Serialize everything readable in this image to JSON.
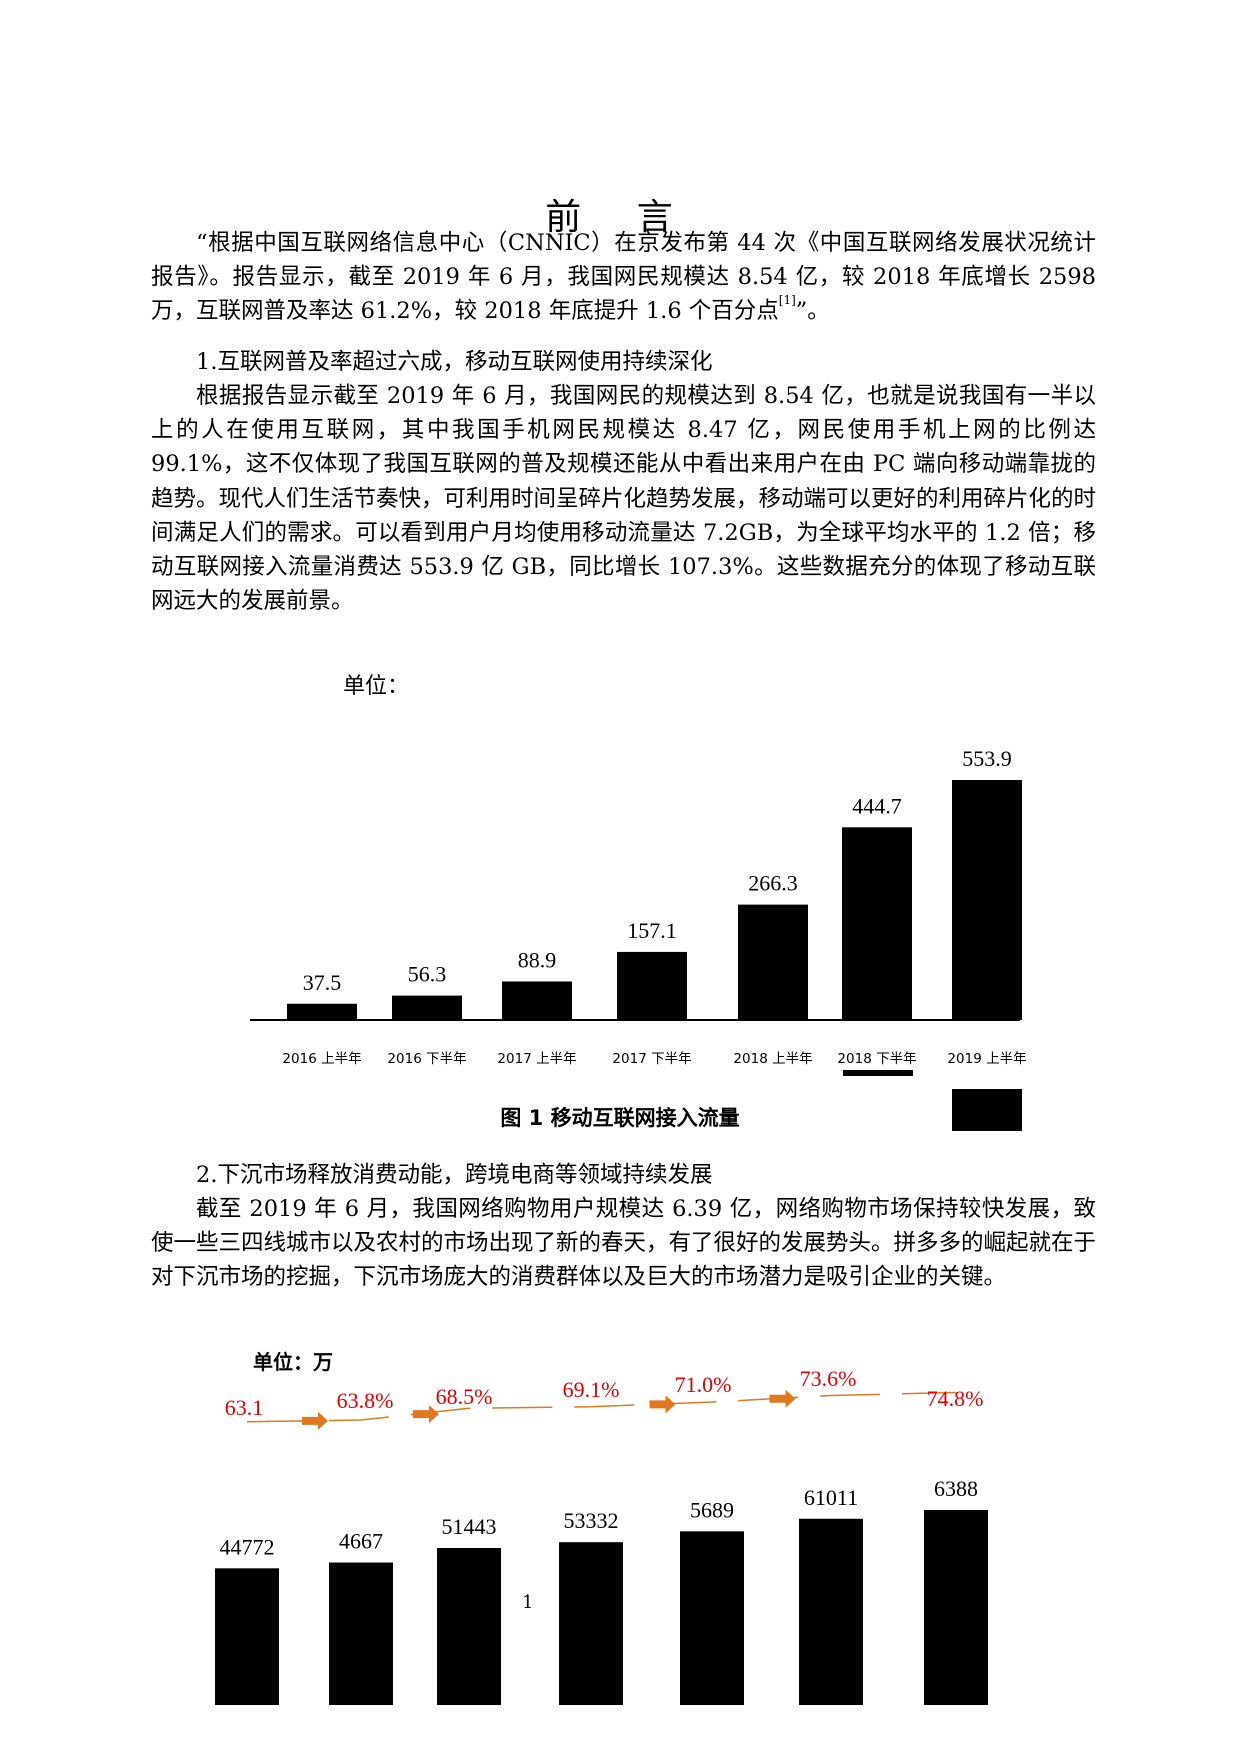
{
  "page": {
    "title": "前 言",
    "quote_paragraph": "“根据中国互联网络信息中心（CNNIC）在京发布第 44 次《中国互联网络发展状况统计报告》。报告显示，截至 2019 年 6 月，我国网民规模达 8.54 亿，较 2018 年底增长 2598 万，互联网普及率达 61.2%，较 2018 年底提升 1.6 个百分点",
    "quote_citation": "[1]",
    "quote_end": "”。",
    "section1_heading": "1.互联网普及率超过六成，移动互联网使用持续深化",
    "section1_body": "根据报告显示截至 2019 年 6 月，我国网民的规模达到 8.54 亿，也就是说我国有一半以上的人在使用互联网，其中我国手机网民规模达 8.47 亿，网民使用手机上网的比例达 99.1%，这不仅体现了我国互联网的普及规模还能从中看出来用户在由 PC 端向移动端靠拢的趋势。现代人们生活节奏快，可利用时间呈碎片化趋势发展，移动端可以更好的利用碎片化的时间满足人们的需求。可以看到用户月均使用移动流量达 7.2GB，为全球平均水平的 1.2 倍；移动互联网接入流量消费达 553.9 亿 GB，同比增长 107.3%。这些数据充分的体现了移动互联网远大的发展前景。",
    "section2_heading": "2.下沉市场释放消费动能，跨境电商等领域持续发展",
    "section2_body": "截至 2019 年 6 月，我国网络购物用户规模达 6.39 亿，网络购物市场保持较快发展，致使一些三四线城市以及农村的市场出现了新的春天，有了很好的发展势头。拼多多的崛起就在于对下沉市场的挖掘，下沉市场庞大的消费群体以及巨大的市场潜力是吸引企业的关键。",
    "page_number": "1"
  },
  "chart_data": [
    {
      "type": "bar",
      "unit_label": "单位：",
      "title": "图 1 移动互联网接入流量",
      "categories": [
        "2016 上半年",
        "2016 下半年",
        "2017 上半年",
        "2017 下半年",
        "2018 上半年",
        "2018 下半年",
        "2019 上半年"
      ],
      "values": [
        37.5,
        56.3,
        88.9,
        157.1,
        266.3,
        444.7,
        553.9
      ],
      "value_labels": [
        "37.5",
        "56.3",
        "88.9",
        "157.1",
        "266.3",
        "444.7",
        "553.9"
      ],
      "ylim": [
        0,
        553.9
      ],
      "grid": false,
      "bar_color": "#000000"
    },
    {
      "type": "bar",
      "unit_label": "单位：万",
      "value_labels": [
        "44772",
        "4667",
        "51443",
        "53332",
        "5689",
        "61011",
        "6388"
      ],
      "values": [
        44772,
        46670,
        51443,
        53332,
        56890,
        61011,
        63880
      ],
      "percent_labels": [
        "63.1",
        "63.8%",
        "68.5%",
        "69.1%",
        "71.0%",
        "73.6%",
        "74.8%"
      ],
      "percent_values": [
        63.1,
        63.8,
        68.5,
        69.1,
        71.0,
        73.6,
        74.8
      ],
      "ylim": [
        0,
        63880
      ],
      "grid": false,
      "bar_color": "#000000",
      "percent_color": "#e00000",
      "trend_color": "#e07820"
    }
  ]
}
